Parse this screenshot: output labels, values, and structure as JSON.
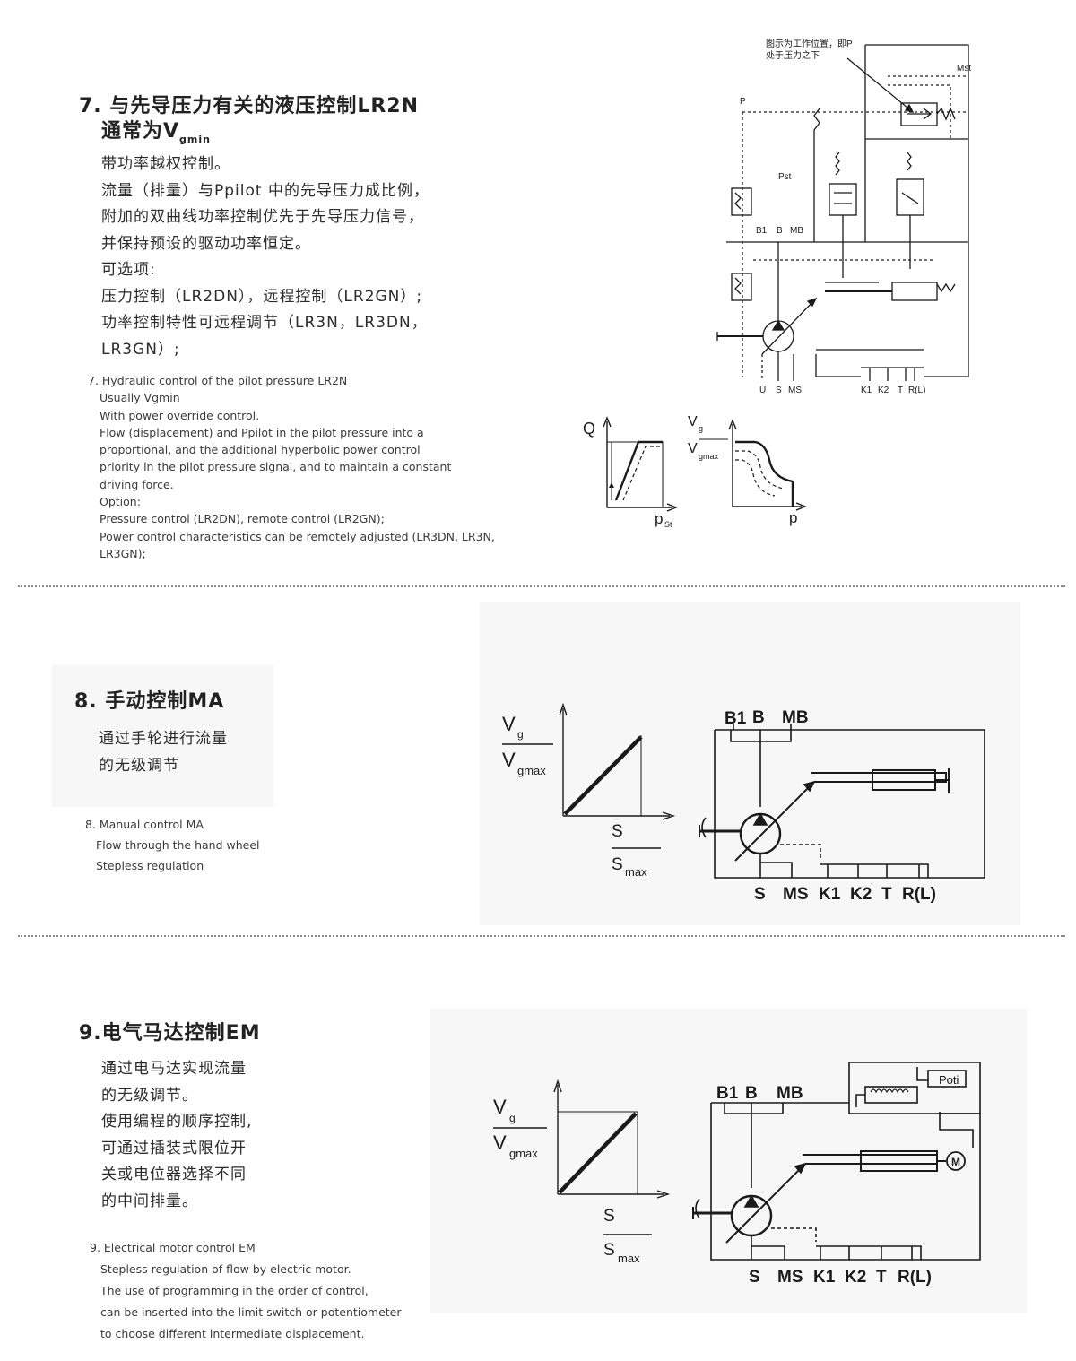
{
  "section7": {
    "title_line1": "7. 与先导压力有关的液压控制LR2N",
    "title_line2_prefix": "通常为V",
    "title_line2_sub": "gmin",
    "cn_lines": [
      "带功率越权控制。",
      "流量（排量）与Ppilot 中的先导压力成比例，",
      "附加的双曲线功率控制优先于先导压力信号，",
      "并保持预设的驱动功率恒定。",
      "可选项:",
      "压力控制（LR2DN），远程控制（LR2GN）;",
      "功率控制特性可远程调节（LR3N，LR3DN，",
      "LR3GN）;"
    ],
    "en_lines": [
      "7. Hydraulic control of the pilot pressure LR2N",
      "Usually Vgmin",
      "With power override control.",
      "Flow (displacement) and Ppilot in the pilot pressure into a",
      "proportional, and the additional hyperbolic power control",
      "priority in the pilot pressure signal, and to maintain a constant",
      "driving force.",
      "Option:",
      "Pressure control (LR2DN), remote control (LR2GN);",
      "Power control characteristics can be remotely adjusted (LR3DN, LR3N,",
      " LR3GN);"
    ],
    "schematic": {
      "note_line1": "图示为工作位置，即P",
      "note_line2": "处于压力之下",
      "mst": "Mst",
      "p": "P",
      "pst": "Pst",
      "top_ports": [
        "B1",
        "B",
        "MB"
      ],
      "bottom_ports": [
        "U",
        "S",
        "MS",
        "K1",
        "K2",
        "T",
        "R(L)"
      ]
    },
    "graph1": {
      "ylabel": "Q",
      "xlabel": "p",
      "xlabel_sub": "St"
    },
    "graph2": {
      "y_num": "V",
      "y_num_sub": "g",
      "y_den": "V",
      "y_den_sub": "gmax",
      "xlabel": "p"
    }
  },
  "section8": {
    "title": "8. 手动控制MA",
    "cn_lines": [
      "通过手轮进行流量",
      "的无级调节"
    ],
    "en_lines": [
      "8. Manual control MA",
      "Flow through the hand wheel",
      "Stepless regulation"
    ],
    "graph": {
      "y_num": "V",
      "y_num_sub": "g",
      "y_den": "V",
      "y_den_sub": "gmax",
      "x_num": "S",
      "x_den": "S",
      "x_den_sub": "max"
    },
    "schematic": {
      "top_ports": [
        "B1",
        "B",
        "MB"
      ],
      "bottom_ports": [
        "S",
        "MS",
        "K1",
        "K2",
        "T",
        "R(L)"
      ]
    }
  },
  "section9": {
    "title": "9.电气马达控制EM",
    "cn_lines": [
      "通过电马达实现流量",
      "的无级调节。",
      "使用编程的顺序控制,",
      "可通过插装式限位开",
      "关或电位器选择不同",
      "的中间排量。"
    ],
    "en_lines": [
      "9. Electrical motor control EM",
      "Stepless regulation of flow by electric motor.",
      "The use of programming in the order of control,",
      "can be inserted into the limit switch or potentiometer",
      "to choose different intermediate displacement."
    ],
    "graph": {
      "y_num": "V",
      "y_num_sub": "g",
      "y_den": "V",
      "y_den_sub": "gmax",
      "x_num": "S",
      "x_den": "S",
      "x_den_sub": "max"
    },
    "schematic": {
      "poti": "Poti",
      "motor": "M",
      "top_ports": [
        "B1",
        "B",
        "MB"
      ],
      "bottom_ports": [
        "S",
        "MS",
        "K1",
        "K2",
        "T",
        "R(L)"
      ]
    }
  },
  "colors": {
    "line": "#1a1a1a",
    "panel": "#f7f7f7",
    "divider": "#8a8a8a"
  }
}
